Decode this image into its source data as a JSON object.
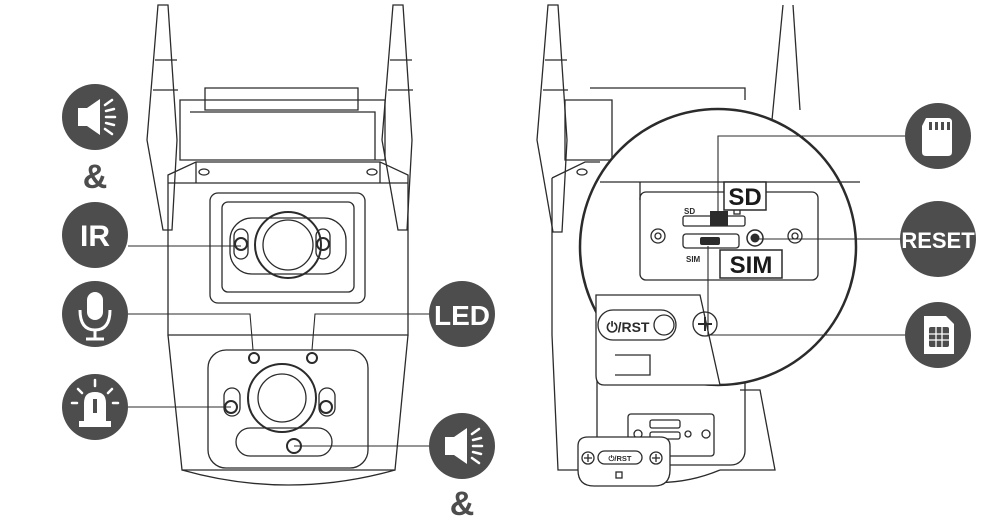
{
  "colors": {
    "line": "#2b2b2b",
    "icon_bg": "#4d4d4d",
    "icon_fg": "#ffffff",
    "ampersand": "#4d4d4d"
  },
  "left_callouts": {
    "ampersand_top": "&",
    "ir": "IR",
    "led": "LED",
    "ampersand_bottom": "&",
    "icons": [
      "speaker-icon",
      "microphone-icon",
      "alarm-light-icon",
      "speaker-icon"
    ]
  },
  "right_callouts": {
    "sd_tag": "SD",
    "sim_tag": "SIM",
    "reset": "RESET",
    "slot_sd": "SD",
    "slot_sim": "SIM",
    "power_reset": "⏻/RST",
    "power_reset_small": "⏻/RST",
    "icons": [
      "sd-card-icon",
      "sim-card-icon"
    ]
  }
}
